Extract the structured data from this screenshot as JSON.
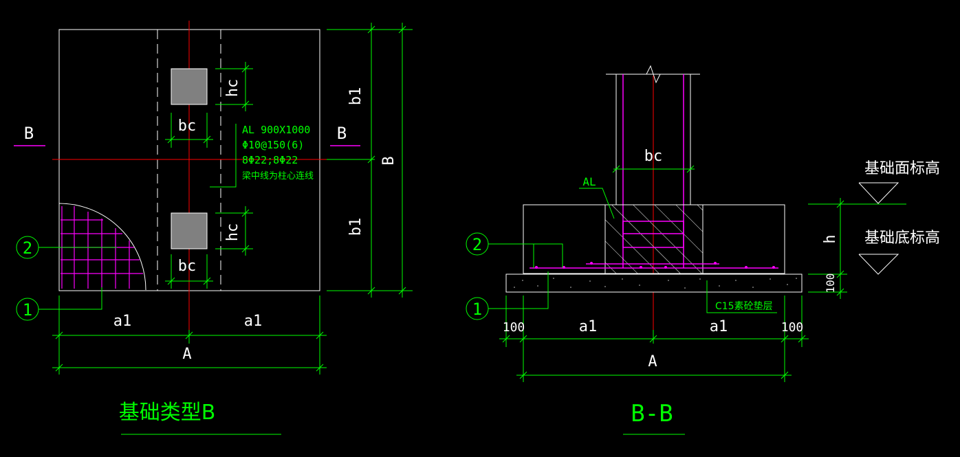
{
  "colors": {
    "background": "#000000",
    "outline": "#ffffff",
    "dimension": "#00ff00",
    "text": "#ffff00",
    "center_line": "#ff0000",
    "rebar": "#ff00ff",
    "column_fill": "#808080"
  },
  "plan": {
    "section_mark_left": "B",
    "section_mark_right": "B",
    "column_label_top": "bc",
    "column_label_bottom": "bc",
    "hc_top": "hc",
    "hc_bottom": "hc",
    "b1_top": "b1",
    "b1_bottom": "b1",
    "dim_B": "B",
    "dim_a1_left": "a1",
    "dim_a1_right": "a1",
    "dim_A": "A",
    "callout_1": "1",
    "callout_2": "2",
    "beam_note": {
      "line1": "AL 900X1000",
      "line2": "Φ10@150(6)",
      "line3": "8Φ22;8Φ22",
      "line4": "梁中线为柱心连线"
    },
    "title": "基础类型B"
  },
  "section": {
    "col_label": "bc",
    "beam_label": "AL",
    "top_elev_label": "基础面标高",
    "bottom_elev_label": "基础底标高",
    "dim_h": "h",
    "dim_100_vertical": "100",
    "dim_100_left": "100",
    "dim_100_right": "100",
    "dim_a1_left": "a1",
    "dim_a1_right": "a1",
    "dim_A": "A",
    "callout_1": "1",
    "callout_2": "2",
    "pad_label": "C15素砼垫层",
    "title": "B-B"
  }
}
